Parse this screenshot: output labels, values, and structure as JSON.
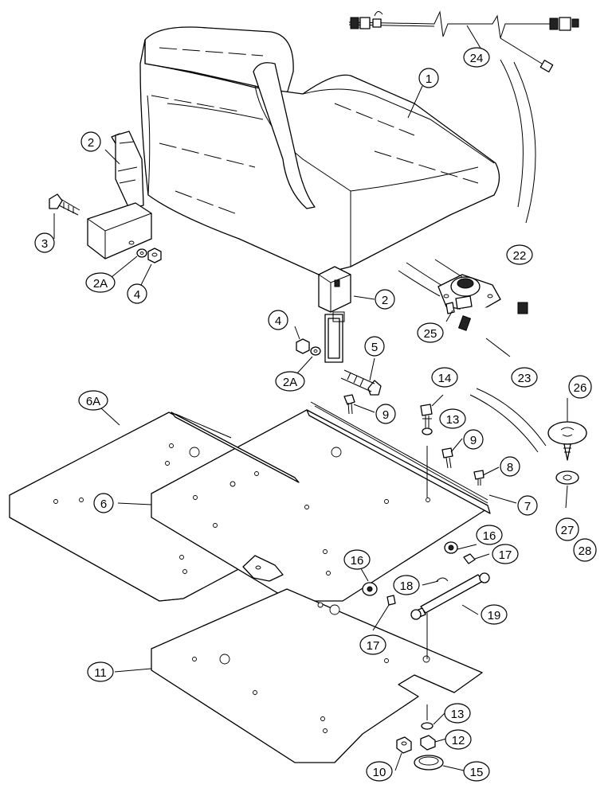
{
  "callouts": [
    {
      "id": "c1",
      "label": "1"
    },
    {
      "id": "c2a",
      "label": "2"
    },
    {
      "id": "c2b",
      "label": "2"
    },
    {
      "id": "c2Aa",
      "label": "2A"
    },
    {
      "id": "c2Ab",
      "label": "2A"
    },
    {
      "id": "c3",
      "label": "3"
    },
    {
      "id": "c4a",
      "label": "4"
    },
    {
      "id": "c4b",
      "label": "4"
    },
    {
      "id": "c5",
      "label": "5"
    },
    {
      "id": "c6",
      "label": "6"
    },
    {
      "id": "c6A",
      "label": "6A"
    },
    {
      "id": "c7",
      "label": "7"
    },
    {
      "id": "c8",
      "label": "8"
    },
    {
      "id": "c9a",
      "label": "9"
    },
    {
      "id": "c9b",
      "label": "9"
    },
    {
      "id": "c10",
      "label": "10"
    },
    {
      "id": "c11",
      "label": "11"
    },
    {
      "id": "c12",
      "label": "12"
    },
    {
      "id": "c13a",
      "label": "13"
    },
    {
      "id": "c13b",
      "label": "13"
    },
    {
      "id": "c14",
      "label": "14"
    },
    {
      "id": "c15",
      "label": "15"
    },
    {
      "id": "c16a",
      "label": "16"
    },
    {
      "id": "c16b",
      "label": "16"
    },
    {
      "id": "c17a",
      "label": "17"
    },
    {
      "id": "c17b",
      "label": "17"
    },
    {
      "id": "c18",
      "label": "18"
    },
    {
      "id": "c19",
      "label": "19"
    },
    {
      "id": "c22",
      "label": "22"
    },
    {
      "id": "c23",
      "label": "23"
    },
    {
      "id": "c24",
      "label": "24"
    },
    {
      "id": "c25",
      "label": "25"
    },
    {
      "id": "c26",
      "label": "26"
    },
    {
      "id": "c27",
      "label": "27"
    },
    {
      "id": "c28",
      "label": "28"
    }
  ]
}
